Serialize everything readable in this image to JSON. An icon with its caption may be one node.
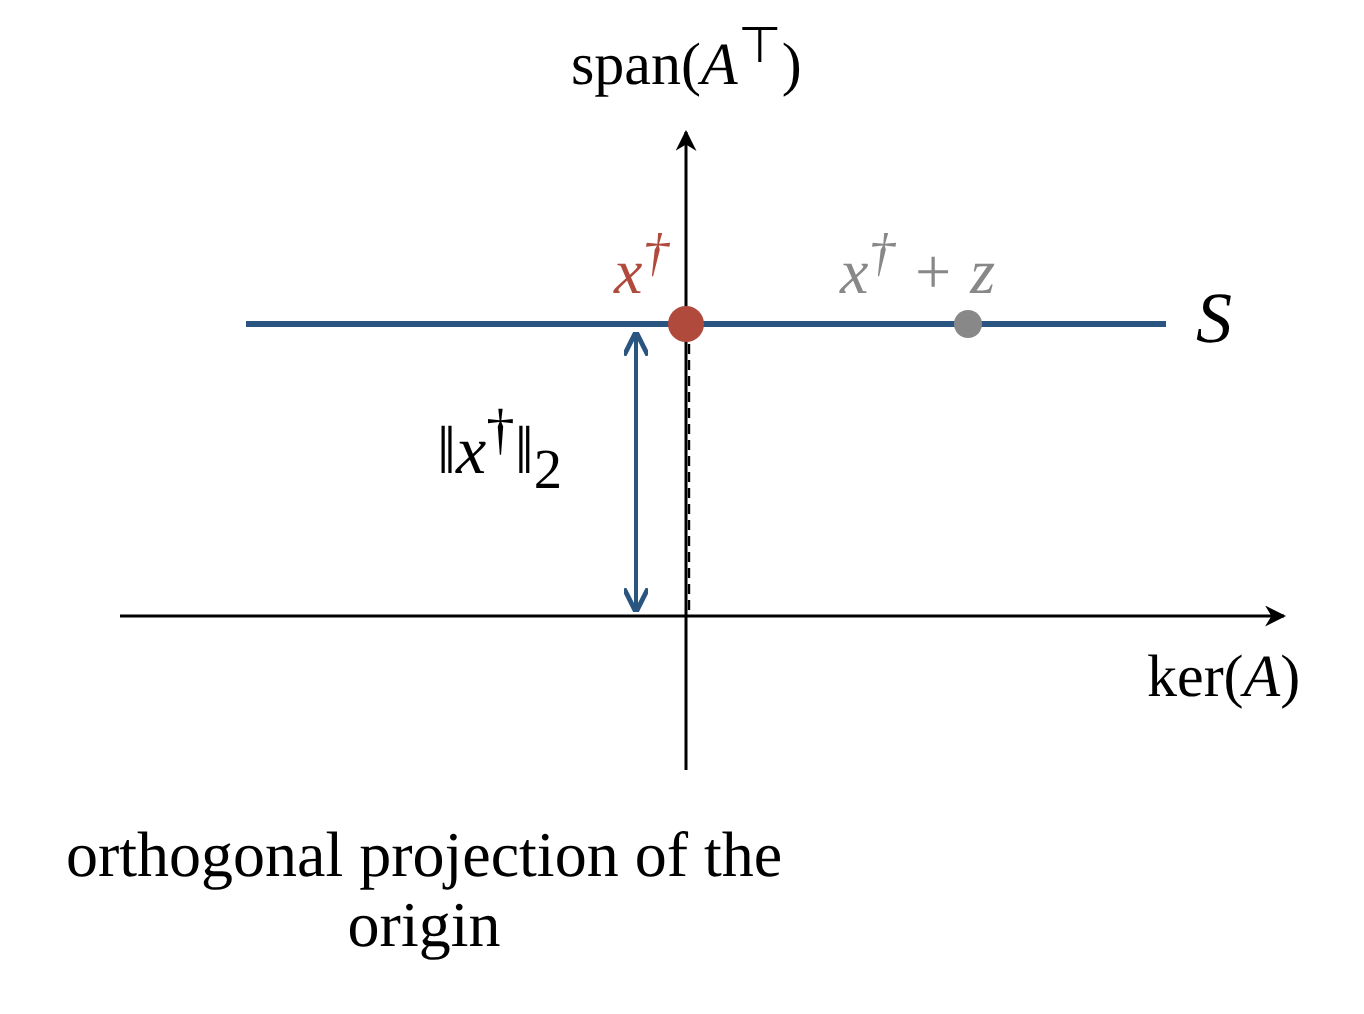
{
  "diagram": {
    "nodes": [
      {
        "text": [],
        "shape": "circle",
        "beside": [
          "x$^{†}$"
        ]
      },
      {
        "text": [],
        "shape": "circle",
        "beside": [
          "x$^{†}$ + z"
        ]
      }
    ],
    "edges": [],
    "labels": [
      "span(*A*$^{⊤}$)",
      "S",
      "‖*x*$^{†}$‖$_{2}$",
      "ker(*A*)",
      "orthogonal projection of the origin"
    ]
  }
}
